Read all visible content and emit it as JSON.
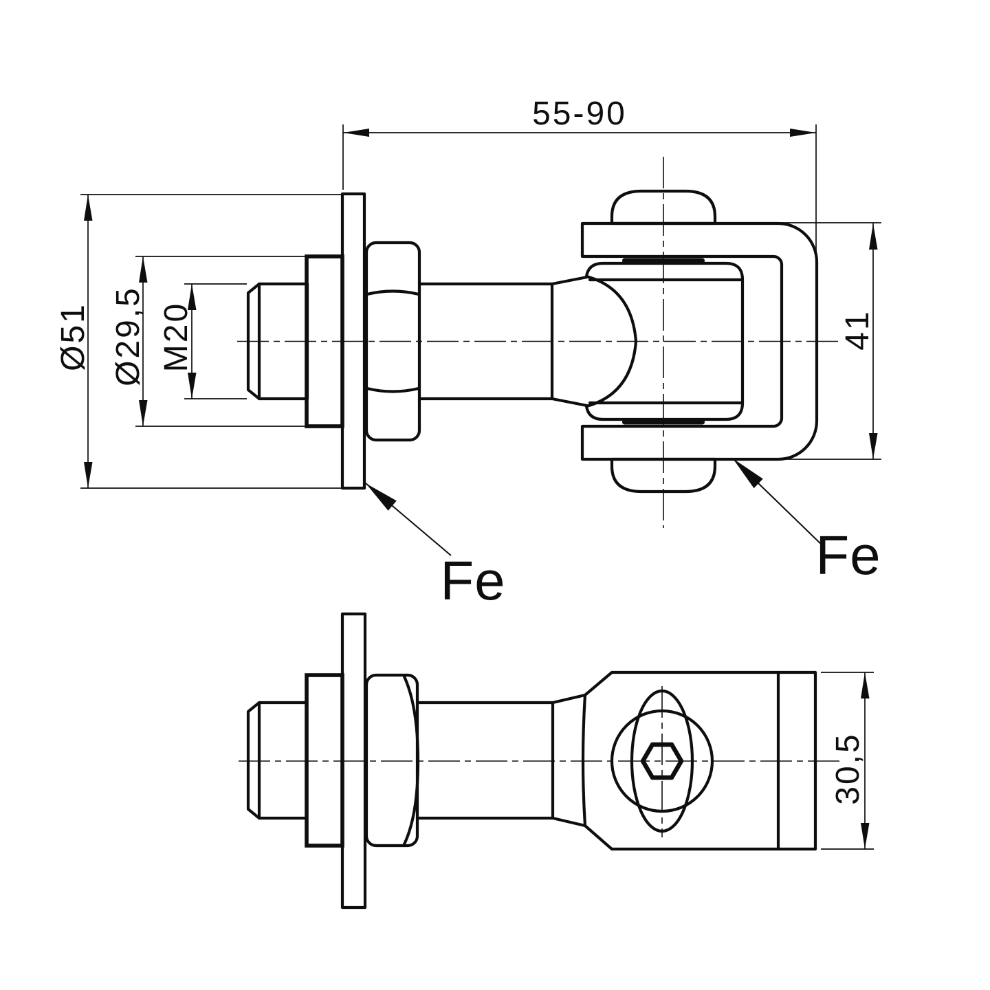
{
  "drawing": {
    "type": "technical-drawing",
    "subject": "adjustable gate hinge with M20 bolt, two orthographic views",
    "colors": {
      "ink": "#0e0e0e",
      "background": "#ffffff"
    },
    "dimensions": {
      "adjustable_length": "55-90",
      "plate_diameter": "Ø51",
      "washer_diameter": "Ø29,5",
      "thread_size": "M20",
      "bracket_height": "41",
      "knuckle_width": "30,5"
    },
    "material_labels": {
      "plate": "Fe",
      "bracket": "Fe"
    }
  }
}
